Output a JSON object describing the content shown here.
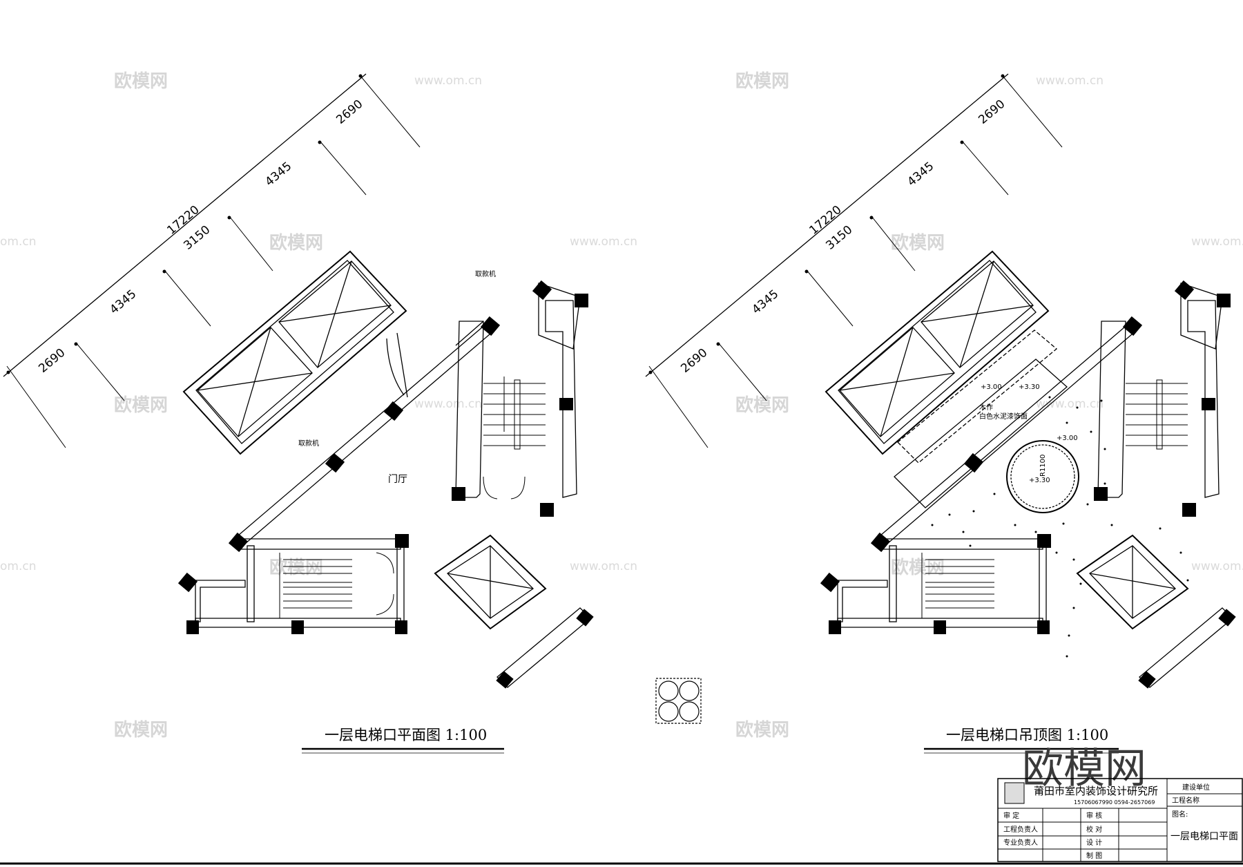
{
  "drawing_left": {
    "dims": {
      "total": "17220",
      "segments": [
        "2690",
        "4345",
        "3150",
        "4345",
        "2690"
      ]
    },
    "labels": {
      "card_reader_top": "取款机",
      "card_reader_mid": "取款机",
      "lobby": "门厅"
    },
    "title": "一层电梯口平面图  1:100"
  },
  "drawing_right": {
    "dims": {
      "total": "17220",
      "segments": [
        "2690",
        "4345",
        "3150",
        "4345",
        "2690"
      ]
    },
    "labels": {
      "level_1": "+3.00",
      "level_2": "+3.30",
      "level_3": "+3.00",
      "level_4": "+3.30",
      "note_line1": "木作",
      "note_line2": "白色水泥漆饰面",
      "radius": "R1100"
    },
    "title": "一层电梯口吊顶图  1:100"
  },
  "title_block": {
    "company": "莆田市室内装饰设计研究所",
    "contact": "15706067990   0594-2657069",
    "build_unit_label": "建设单位",
    "project_name_label": "工程名称",
    "drawing_name_label": "图名:",
    "drawing_name_value": "一层电梯口平面",
    "rows": [
      {
        "left": "审    定",
        "mid": "审    核"
      },
      {
        "left": "工程负责人",
        "mid": "校    对"
      },
      {
        "left": "专业负责人",
        "mid": "设    计"
      },
      {
        "left": "",
        "mid": "制    图"
      }
    ]
  },
  "watermarks": {
    "brand": "欧模网",
    "url": "www.om.cn",
    "url_partial": "om.cn"
  }
}
